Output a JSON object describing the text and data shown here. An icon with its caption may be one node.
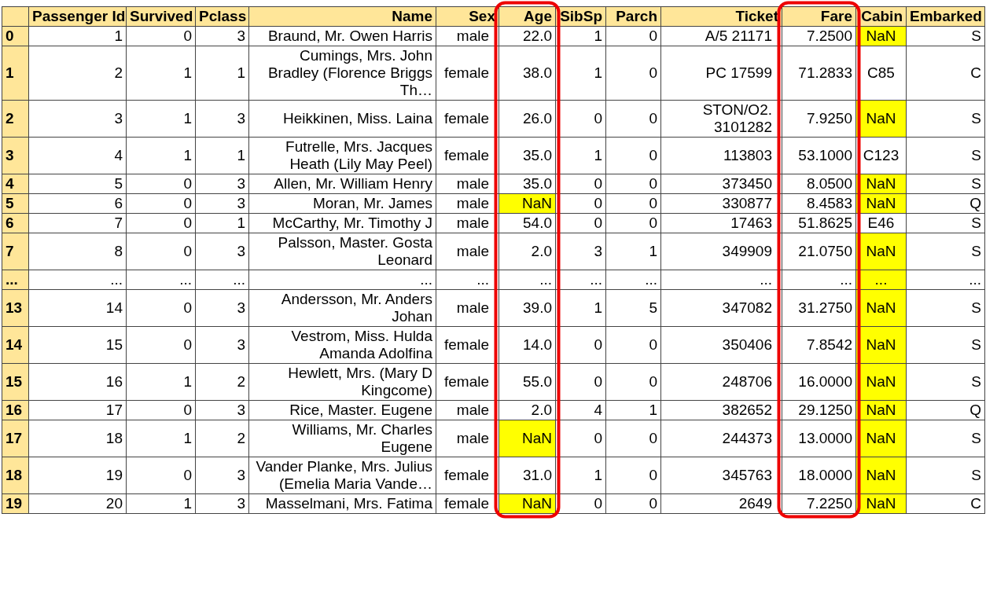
{
  "diagram": {
    "labels": [
      "Passenger Id",
      "Survived",
      "Pclass",
      "Name",
      "Sex",
      "Age",
      "SibSp",
      "Parch",
      "Ticket",
      "Fare",
      "Cabin",
      "Embarked",
      "0",
      "1",
      "0",
      "3",
      "Braund, Mr. Owen Harris",
      "male",
      "22.0",
      "1",
      "0",
      "A/5 21171",
      "7.2500",
      "NaN",
      "S",
      "1",
      "2",
      "1",
      "1",
      "Cumings, Mrs. John Bradley (Florence Briggs Th…",
      "female",
      "38.0",
      "1",
      "0",
      "PC 17599",
      "71.2833",
      "C85",
      "C",
      "2",
      "3",
      "1",
      "3",
      "Heikkinen, Miss. Laina",
      "female",
      "26.0",
      "0",
      "0",
      "STON/O2. 3101282",
      "7.9250",
      "NaN",
      "S",
      "3",
      "4",
      "1",
      "1",
      "Futrelle, Mrs. Jacques Heath (Lily May Peel)",
      "female",
      "35.0",
      "1",
      "0",
      "113803",
      "53.1000",
      "C123",
      "S",
      "4",
      "5",
      "0",
      "3",
      "Allen, Mr. William Henry",
      "male",
      "35.0",
      "0",
      "0",
      "373450",
      "8.0500",
      "NaN",
      "S",
      "5",
      "6",
      "0",
      "3",
      "Moran, Mr. James",
      "male",
      "NaN",
      "0",
      "0",
      "330877",
      "8.4583",
      "NaN",
      "Q",
      "6",
      "7",
      "0",
      "1",
      "McCarthy, Mr. Timothy J",
      "male",
      "54.0",
      "0",
      "0",
      "17463",
      "51.8625",
      "E46",
      "S",
      "7",
      "8",
      "0",
      "3",
      "Palsson, Master. Gosta Leonard",
      "male",
      "2.0",
      "3",
      "1",
      "349909",
      "21.0750",
      "NaN",
      "S",
      "...",
      "...",
      "...",
      "...",
      "...",
      "...",
      "...",
      "...",
      "...",
      "...",
      "...",
      "...",
      "...",
      "13",
      "14",
      "0",
      "3",
      "Andersson, Mr. Anders Johan",
      "male",
      "39.0",
      "1",
      "5",
      "347082",
      "31.2750",
      "NaN",
      "S",
      "14",
      "15",
      "0",
      "3",
      "Vestrom, Miss. Hulda Amanda Adolfina",
      "female",
      "14.0",
      "0",
      "0",
      "350406",
      "7.8542",
      "NaN",
      "S",
      "15",
      "16",
      "1",
      "2",
      "Hewlett, Mrs. (Mary D Kingcome)",
      "female",
      "55.0",
      "0",
      "0",
      "248706",
      "16.0000",
      "NaN",
      "S",
      "16",
      "17",
      "0",
      "3",
      "Rice, Master. Eugene",
      "male",
      "2.0",
      "4",
      "1",
      "382652",
      "29.1250",
      "NaN",
      "Q",
      "17",
      "18",
      "1",
      "2",
      "Williams, Mr. Charles Eugene",
      "male",
      "NaN",
      "0",
      "0",
      "244373",
      "13.0000",
      "NaN",
      "S",
      "18",
      "19",
      "0",
      "3",
      "Vander Planke, Mrs. Julius (Emelia Maria Vande…",
      "female",
      "31.0",
      "1",
      "0",
      "345763",
      "18.0000",
      "NaN",
      "S",
      "19",
      "20",
      "1",
      "3",
      "Masselmani, Mrs. Fatima",
      "female",
      "NaN",
      "0",
      "0",
      "2649",
      "7.2250",
      "NaN",
      "C"
    ]
  }
}
